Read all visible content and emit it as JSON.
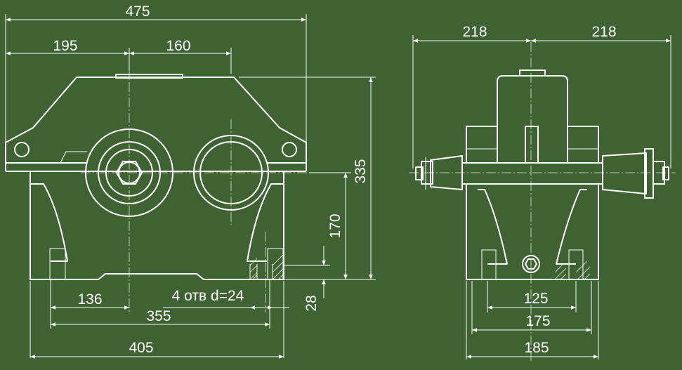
{
  "drawing": {
    "background_color": "#3e6232",
    "line_color": "#ffffff",
    "front_view": {
      "dimensions": {
        "overall_width": "475",
        "left_offset": "195",
        "center_distance": "160",
        "height": "335",
        "shaft_height": "170",
        "foot_thickness": "28",
        "holes_note": "4 отв d=24",
        "hole_offset": "136",
        "hole_spacing": "355",
        "base_length": "405"
      }
    },
    "side_view": {
      "dimensions": {
        "shaft_left": "218",
        "shaft_right": "218",
        "hole_spacing": "125",
        "foot_width": "175",
        "base_width": "185"
      }
    }
  }
}
